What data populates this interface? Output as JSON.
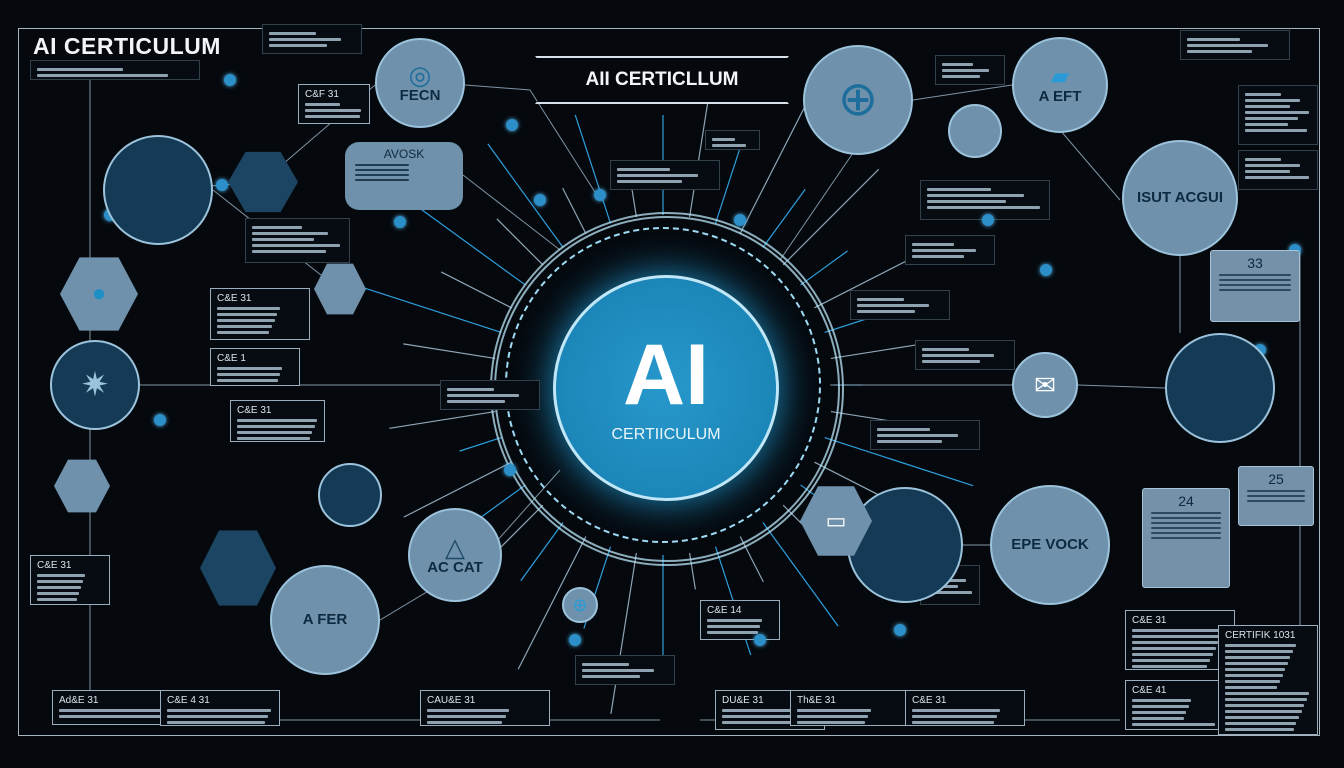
{
  "header": {
    "title": "AI CERTICULUM",
    "banner": "AII CERTICLLUM"
  },
  "core": {
    "big": "AI",
    "sub": "CERTIICULUM"
  },
  "colors": {
    "background": "#05090e",
    "accent": "#1f8fc4",
    "node_light": "#6f91ab",
    "node_dark": "#143a55",
    "line": "#8fa5b6"
  },
  "nodes": {
    "fecn": "FECN",
    "aeft": "A EFT",
    "isut": "ISUT ACGUI",
    "afer": "A FER",
    "accat": "AC CAT",
    "epe": "EPE VOCK"
  },
  "callout": {
    "title": "AVOSK"
  },
  "panels": [
    {
      "number": "33"
    },
    {
      "number": "24"
    },
    {
      "number": "25"
    }
  ],
  "text_blocks": [
    {
      "heading": "C&F 31"
    },
    {
      "heading": "C&E 31"
    },
    {
      "heading": "C&E 1"
    },
    {
      "heading": "C&E 31"
    },
    {
      "heading": "C&E 31"
    },
    {
      "heading": "Ad&E 31"
    },
    {
      "heading": "C&E 4 31"
    },
    {
      "heading": "CAU&E 31"
    },
    {
      "heading": "C&E 14"
    },
    {
      "heading": "DU&E 31"
    },
    {
      "heading": "Th&E 31"
    },
    {
      "heading": "C&E 31"
    },
    {
      "heading": "C&E 31"
    },
    {
      "heading": "C&E 41"
    },
    {
      "heading": "CERTIFIK 1031"
    }
  ],
  "icons": [
    "hexagon-icon",
    "water-drop-icon",
    "network-star-icon",
    "search-icon",
    "envelope-icon",
    "monitor-icon",
    "person-icon",
    "globe-icon",
    "target-icon",
    "document-icon"
  ]
}
